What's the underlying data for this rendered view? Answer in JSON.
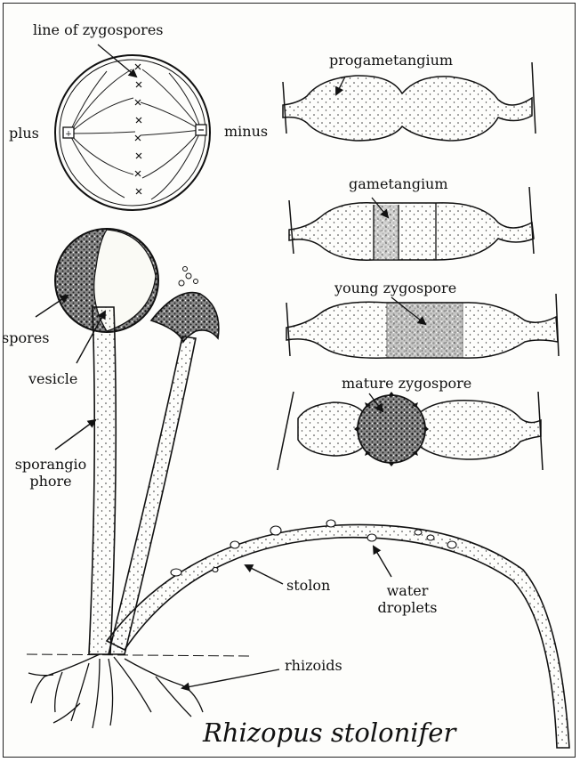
{
  "diagram": {
    "title": "Rhizopus stolonifer",
    "labels": {
      "line_of_zygospores": "line of zygospores",
      "plus": "plus",
      "minus": "minus",
      "progametangium": "progametangium",
      "gametangium": "gametangium",
      "young_zygospore": "young zygospore",
      "mature_zygospore": "mature zygospore",
      "spores": "spores",
      "vesicle": "vesicle",
      "sporangiophore_1": "sporangio",
      "sporangiophore_2": "phore",
      "stolon": "stolon",
      "water_droplets_1": "water",
      "water_droplets_2": "droplets",
      "rhizoids": "rhizoids"
    }
  }
}
